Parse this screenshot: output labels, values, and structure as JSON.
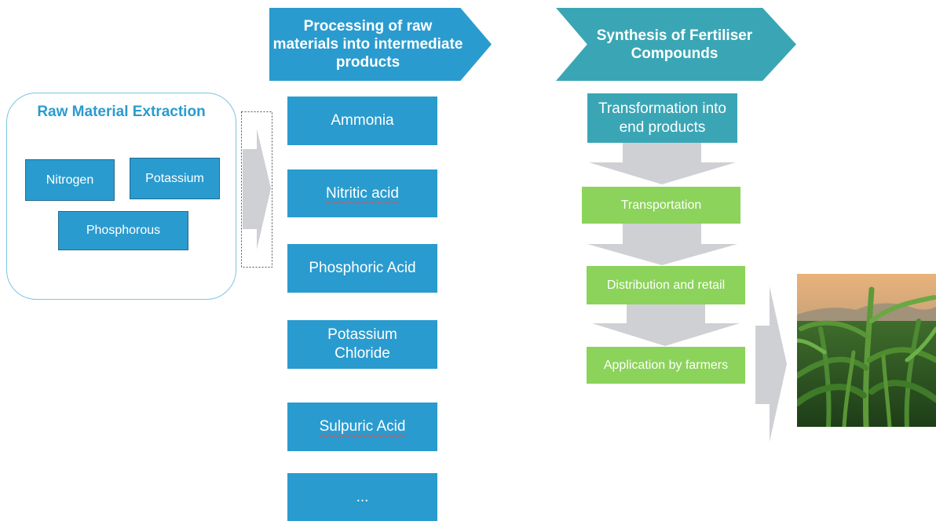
{
  "raw_material": {
    "title": "Raw Material Extraction",
    "items": [
      "Nitrogen",
      "Potassium",
      "Phosphorous"
    ]
  },
  "processing": {
    "header": "Processing of raw materials into intermediate products",
    "products": [
      "Ammonia",
      "Nitritic acid",
      "Phosphoric Acid",
      "Potassium Chloride",
      "Sulpuric Acid",
      "..."
    ]
  },
  "synthesis": {
    "header": "Synthesis of Fertiliser Compounds",
    "steps": [
      "Transformation into end products",
      "Transportation",
      "Distribution and retail",
      "Application by farmers"
    ]
  },
  "colors": {
    "primary_blue": "#2a9bcf",
    "teal": "#3aa6b5",
    "green": "#8bd35a",
    "arrow_gray": "#cfd0d4"
  },
  "image": {
    "subject": "corn crop field"
  }
}
